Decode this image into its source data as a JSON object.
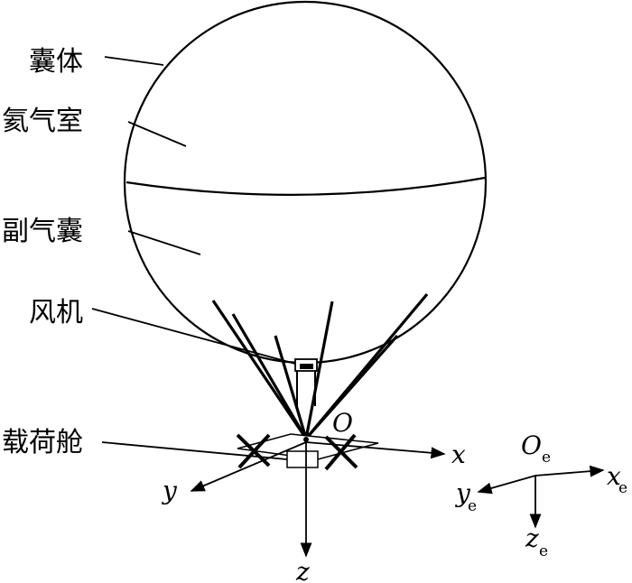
{
  "labels": {
    "envelope": "囊体",
    "helium_chamber": "氦气室",
    "ballonet": "副气囊",
    "fan": "风机",
    "payload_cabin": "载荷舱"
  },
  "body_axes": {
    "origin": "O",
    "x": "x",
    "y": "y",
    "z": "z"
  },
  "earth_axes": {
    "origin": "O",
    "x": "x",
    "y": "y",
    "z": "z",
    "subscript": "e"
  }
}
